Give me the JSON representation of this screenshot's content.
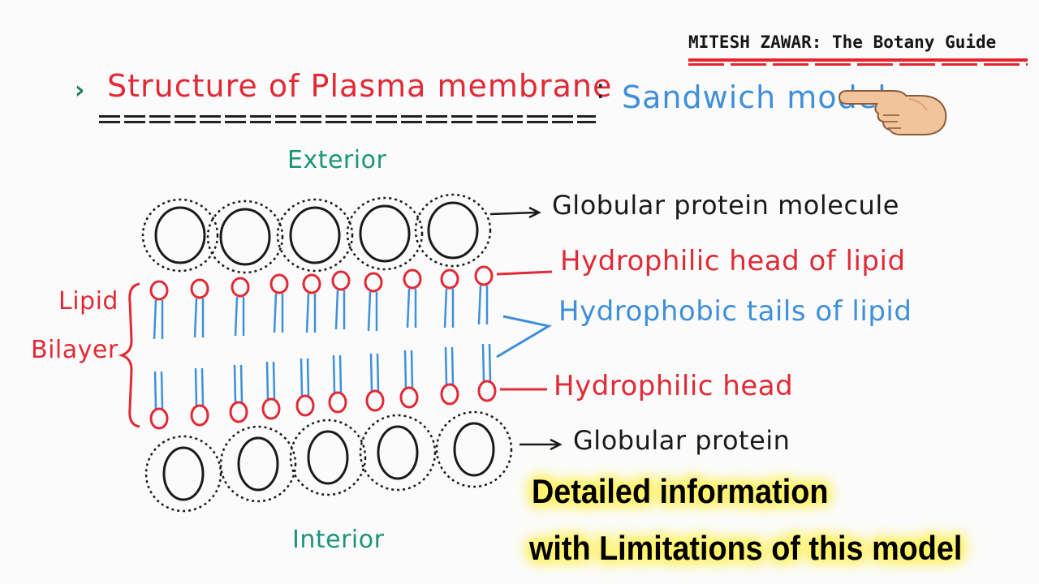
{
  "credit": {
    "text": "MITESH ZAWAR: The Botany Guide",
    "underline_color": "#e3262d"
  },
  "title": {
    "bullet": "›",
    "main": "Structure of Plasma membrane",
    "colon": ":",
    "sub": "Sandwich model",
    "pointer_icon": "pointing-hand-icon"
  },
  "diagram": {
    "exterior": "Exterior",
    "interior": "Interior",
    "lipid": "Lipid",
    "bilayer": "Bilayer",
    "label_globular_top": "Globular protein molecule",
    "label_head_top": "Hydrophilic head of lipid",
    "label_tails": "Hydrophobic tails of lipid",
    "label_head_bottom": "Hydrophilic head",
    "label_globular_bottom": "Globular protein",
    "top_protein_count": 5,
    "bottom_protein_count": 5,
    "lipid_pairs": 10,
    "colors": {
      "protein": "#1a1a1a",
      "head": "#e02a36",
      "tail": "#3f8fd9",
      "label_teal": "#1b9478"
    }
  },
  "overlay": {
    "line1": "Detailed information",
    "line2": "with Limitations of this model",
    "highlight_color": "#fff46a"
  }
}
